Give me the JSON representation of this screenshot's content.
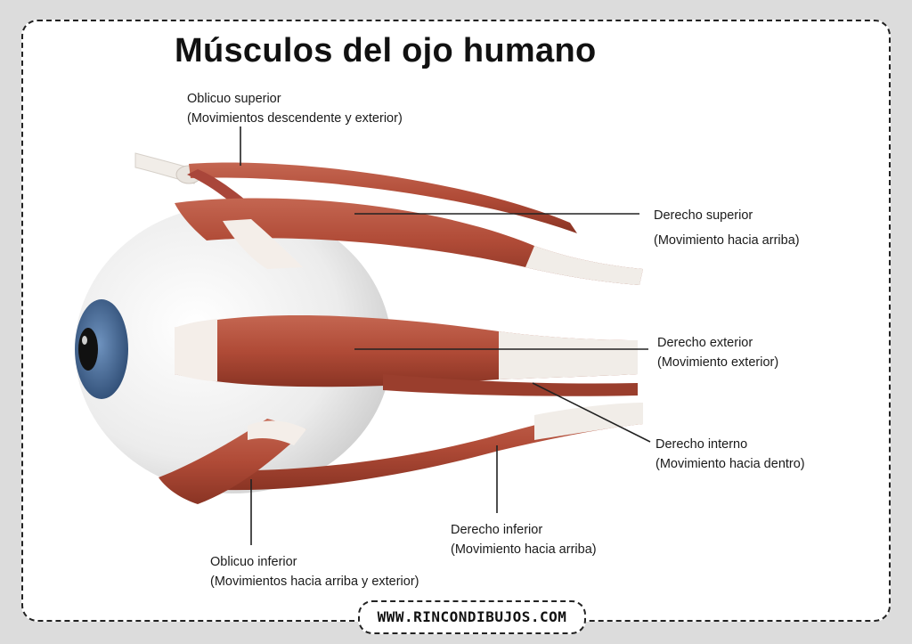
{
  "title": "Músculos del ojo humano",
  "labels": {
    "oblicuo_superior": {
      "name": "Oblicuo superior",
      "desc": "(Movimientos descendente y exterior)"
    },
    "derecho_superior": {
      "name": "Derecho superior",
      "desc": "(Movimiento hacia arriba)"
    },
    "derecho_exterior": {
      "name": "Derecho exterior",
      "desc": "(Movimiento exterior)"
    },
    "derecho_interno": {
      "name": "Derecho interno",
      "desc": "(Movimiento hacia dentro)"
    },
    "derecho_inferior": {
      "name": "Derecho inferior",
      "desc": "(Movimiento hacia arriba)"
    },
    "oblicuo_inferior": {
      "name": "Oblicuo inferior",
      "desc": "(Movimientos hacia arriba y exterior)"
    }
  },
  "footer": "WWW.RINCONDIBUJOS.COM",
  "colors": {
    "muscle": "#b5523e",
    "muscle_dark": "#8e3828",
    "tendon": "#f1ede8",
    "iris": "#4a6d9a",
    "sclera": "#ececec"
  }
}
